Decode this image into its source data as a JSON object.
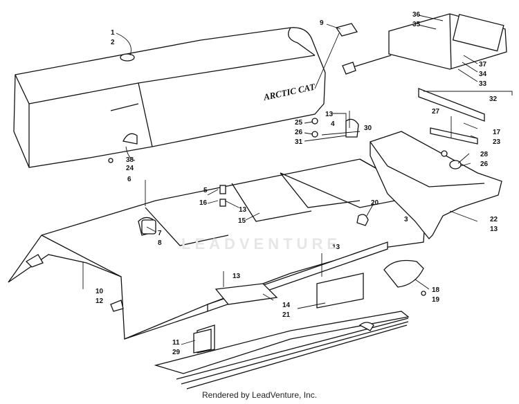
{
  "watermark": "LEADVENTURE",
  "brand_text": "ARCTIC CAT",
  "footer": "Rendered by LeadVenture, Inc.",
  "callouts": [
    {
      "id": "c1",
      "label": "1"
    },
    {
      "id": "c2",
      "label": "2"
    },
    {
      "id": "c3",
      "label": "3"
    },
    {
      "id": "c4",
      "label": "4"
    },
    {
      "id": "c5",
      "label": "5"
    },
    {
      "id": "c6",
      "label": "6"
    },
    {
      "id": "c7",
      "label": "7"
    },
    {
      "id": "c8",
      "label": "8"
    },
    {
      "id": "c9",
      "label": "9"
    },
    {
      "id": "c10",
      "label": "10"
    },
    {
      "id": "c11",
      "label": "11"
    },
    {
      "id": "c12",
      "label": "12"
    },
    {
      "id": "c13a",
      "label": "13"
    },
    {
      "id": "c13b",
      "label": "13"
    },
    {
      "id": "c13c",
      "label": "13"
    },
    {
      "id": "c13d",
      "label": "13"
    },
    {
      "id": "c13e",
      "label": "13"
    },
    {
      "id": "c14",
      "label": "14"
    },
    {
      "id": "c15",
      "label": "15"
    },
    {
      "id": "c16",
      "label": "16"
    },
    {
      "id": "c17",
      "label": "17"
    },
    {
      "id": "c18",
      "label": "18"
    },
    {
      "id": "c19",
      "label": "19"
    },
    {
      "id": "c20",
      "label": "20"
    },
    {
      "id": "c21",
      "label": "21"
    },
    {
      "id": "c22",
      "label": "22"
    },
    {
      "id": "c23",
      "label": "23"
    },
    {
      "id": "c24",
      "label": "24"
    },
    {
      "id": "c25",
      "label": "25"
    },
    {
      "id": "c26a",
      "label": "26"
    },
    {
      "id": "c26b",
      "label": "26"
    },
    {
      "id": "c27",
      "label": "27"
    },
    {
      "id": "c28",
      "label": "28"
    },
    {
      "id": "c29",
      "label": "29"
    },
    {
      "id": "c30",
      "label": "30"
    },
    {
      "id": "c31",
      "label": "31"
    },
    {
      "id": "c32",
      "label": "32"
    },
    {
      "id": "c33",
      "label": "33"
    },
    {
      "id": "c34",
      "label": "34"
    },
    {
      "id": "c35",
      "label": "35"
    },
    {
      "id": "c36",
      "label": "36"
    },
    {
      "id": "c37",
      "label": "37"
    },
    {
      "id": "c38",
      "label": "38"
    }
  ]
}
